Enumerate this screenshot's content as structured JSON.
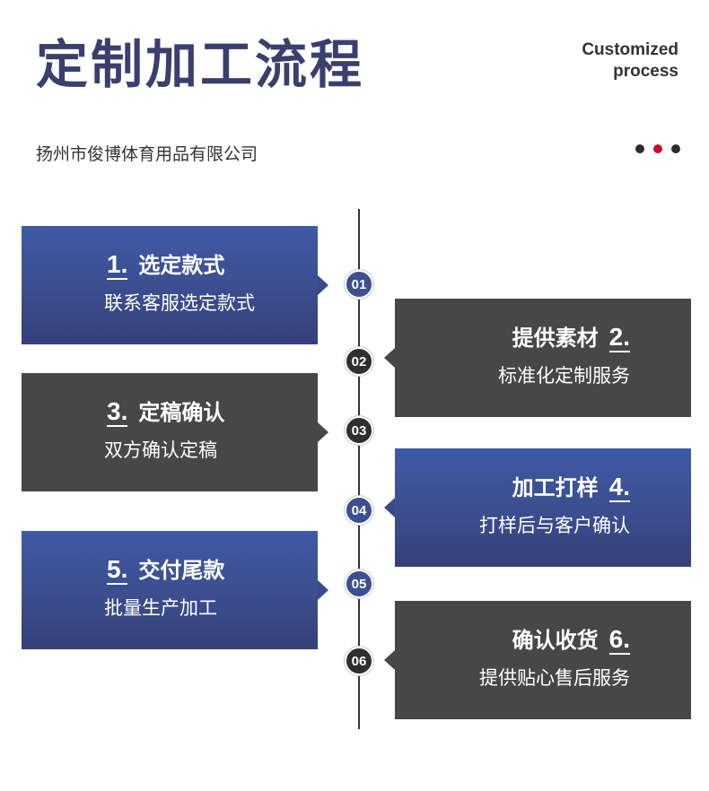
{
  "header": {
    "title": "定制加工流程",
    "english_line1": "Customized",
    "english_line2": "process",
    "company": "扬州市俊博体育用品有限公司"
  },
  "colors": {
    "blue": "#3b4c8c",
    "dark": "#474747",
    "title": "#3a3f6d",
    "accent_dot": "#c8102e"
  },
  "steps": [
    {
      "node": "01",
      "number": "1.",
      "title": "选定款式",
      "subtitle": "联系客服选定款式"
    },
    {
      "node": "02",
      "number": "2.",
      "title": "提供素材",
      "subtitle": "标准化定制服务"
    },
    {
      "node": "03",
      "number": "3.",
      "title": "定稿确认",
      "subtitle": "双方确认定稿"
    },
    {
      "node": "04",
      "number": "4.",
      "title": "加工打样",
      "subtitle": "打样后与客户确认"
    },
    {
      "node": "05",
      "number": "5.",
      "title": "交付尾款",
      "subtitle": "批量生产加工"
    },
    {
      "node": "06",
      "number": "6.",
      "title": "确认收货",
      "subtitle": "提供贴心售后服务"
    }
  ]
}
